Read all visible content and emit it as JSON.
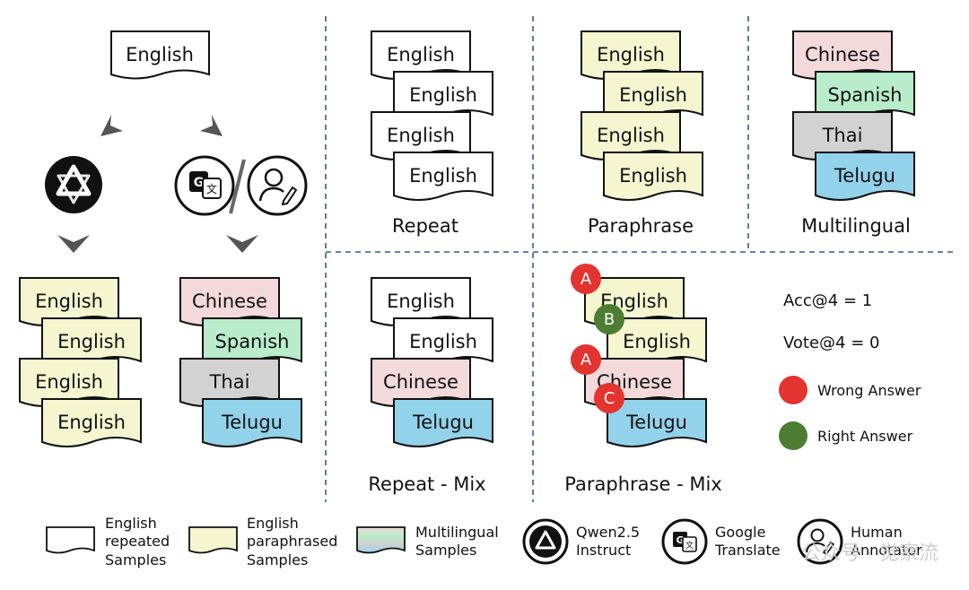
{
  "colors": {
    "english_repeated": "#ffffff",
    "english_paraphrased": "#f5f5cf",
    "chinese": "#f3d9da",
    "spanish": "#b8ecca",
    "thai": "#d2d2d2",
    "telugu": "#92d2ea",
    "wrong": "#e3342f",
    "right": "#4c7d33",
    "divider": "#2f5f8a"
  },
  "pipeline": {
    "source_label": "English",
    "left_stack": [
      "English",
      "English",
      "English",
      "English"
    ],
    "right_stack": [
      "Chinese",
      "Spanish",
      "Thai",
      "Telugu"
    ],
    "left_icon": "qwen-logo-icon",
    "right_icons": [
      "google-translate-icon",
      "human-annotator-icon"
    ]
  },
  "panels": {
    "repeat": {
      "title": "Repeat",
      "docs": [
        "English",
        "English",
        "English",
        "English"
      ]
    },
    "paraphrase": {
      "title": "Paraphrase",
      "docs": [
        "English",
        "English",
        "English",
        "English"
      ]
    },
    "multilingual": {
      "title": "Multilingual",
      "docs": [
        "Chinese",
        "Spanish",
        "Thai",
        "Telugu"
      ]
    },
    "repeat_mix": {
      "title": "Repeat - Mix",
      "docs": [
        "English",
        "English",
        "Chinese",
        "Telugu"
      ]
    },
    "paraphrase_mix": {
      "title": "Paraphrase - Mix",
      "docs": [
        "English",
        "English",
        "Chinese",
        "Telugu"
      ],
      "answers": [
        "A",
        "B",
        "A",
        "C"
      ]
    }
  },
  "metrics": {
    "acc": "Acc@4 = 1",
    "vote": "Vote@4 = 0"
  },
  "answer_legend": {
    "wrong": "Wrong Answer",
    "right": "Right Answer"
  },
  "legend": {
    "repeated": [
      "English",
      "repeated",
      "Samples"
    ],
    "paraphrased": [
      "English",
      "paraphrased",
      "Samples"
    ],
    "multilingual": [
      "Multilingual",
      "Samples"
    ],
    "qwen": [
      "Qwen2.5",
      "Instruct"
    ],
    "google": [
      "Google",
      "Translate"
    ],
    "human": [
      "Human",
      "Annotator"
    ]
  },
  "watermark": "公众号 · 觉察流"
}
